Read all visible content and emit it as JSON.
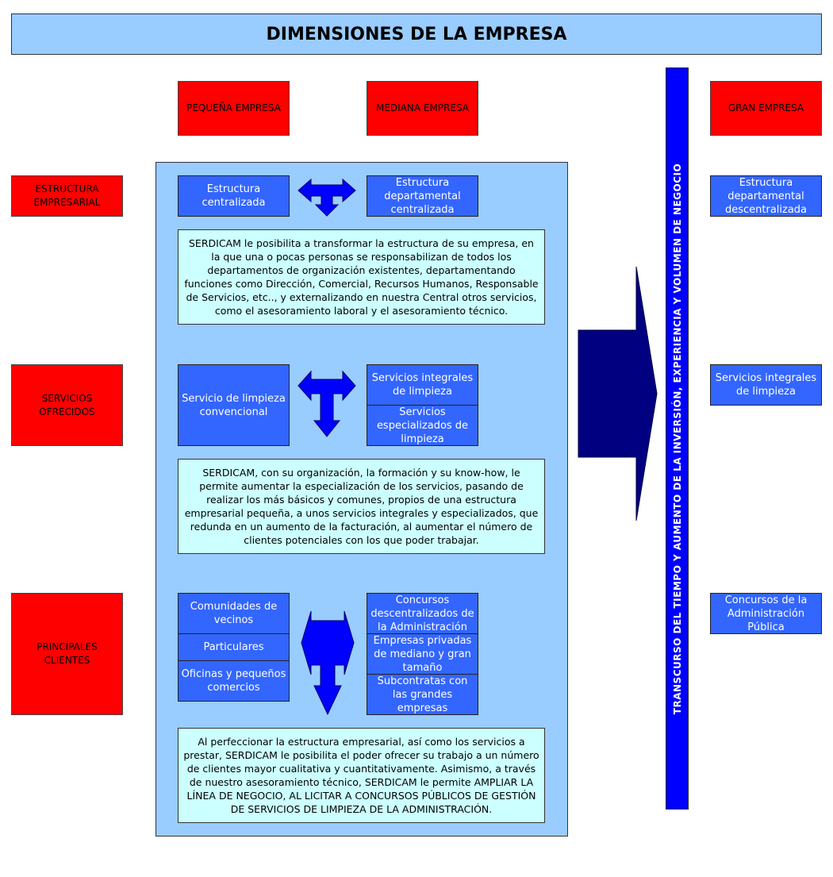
{
  "title": "DIMENSIONES DE LA EMPRESA",
  "columns": {
    "small": "PEQUEÑA EMPRESA",
    "medium": "MEDIANA EMPRESA",
    "large": "GRAN EMPRESA"
  },
  "rows": {
    "structure": "ESTRUCTURA EMPRESARIAL",
    "services": "SERVICIOS OFRECIDOS",
    "clients": "PRINCIPALES CLIENTES"
  },
  "structure": {
    "small": "Estructura centralizada",
    "medium": "Estructura departamental centralizada",
    "large": "Estructura departamental descentralizada",
    "text": "SERDICAM le posibilita a transformar la estructura de su empresa, en la que una o pocas personas se responsabilizan de todos los departamentos de organización existentes, departamentando funciones como Dirección, Comercial, Recursos Humanos, Responsable de Servicios, etc.., y externalizando en nuestra Central otros servicios, como el asesoramiento laboral y el asesoramiento técnico."
  },
  "services": {
    "small": "Servicio de limpieza convencional",
    "medium": [
      "Servicios integrales de limpieza",
      "Servicios especializados de limpieza"
    ],
    "large": "Servicios integrales de limpieza",
    "text": "SERDICAM, con su organización, la formación y su know-how, le permite aumentar la especialización de los servicios, pasando de realizar los más básicos y comunes, propios de una estructura empresarial pequeña, a unos servicios integrales y especializados, que redunda en un aumento de la facturación, al aumentar el número de clientes potenciales con los que poder trabajar."
  },
  "clients": {
    "small": [
      "Comunidades de vecinos",
      "Particulares",
      "Oficinas y pequeños comercios"
    ],
    "medium": [
      "Concursos descentralizados de la Administración",
      "Empresas privadas de mediano y gran tamaño",
      "Subcontratas con las grandes empresas"
    ],
    "large": "Concursos de la Administración Pública",
    "text": "Al perfeccionar la estructura empresarial, así como los servicios a prestar, SERDICAM le posibilita el poder ofrecer su trabajo a un número de clientes mayor cualitativa y cuantitativamente. Asimismo, a través de nuestro asesoramiento técnico, SERDICAM le permite AMPLIAR LA LÍNEA DE NEGOCIO, AL LICITAR A CONCURSOS PÚBLICOS DE GESTIÓN DE SERVICIOS DE LIMPIEZA DE LA ADMINISTRACIÓN."
  },
  "vertical_bar": "TRANSCURSO DEL TIEMPO Y AUMENTO DE LA INVERSIÓN, EXPERIENCIA Y VOLUMEN DE NEGOCIO",
  "colors": {
    "title_bg": "#99ccff",
    "header_red": "#ff0000",
    "box_blue": "#3366ff",
    "panel_bg": "#99ccff",
    "text_bg": "#ccffff",
    "bar_blue": "#0000ff",
    "arrow_blue": "#0000ff",
    "big_arrow": "#000080"
  }
}
